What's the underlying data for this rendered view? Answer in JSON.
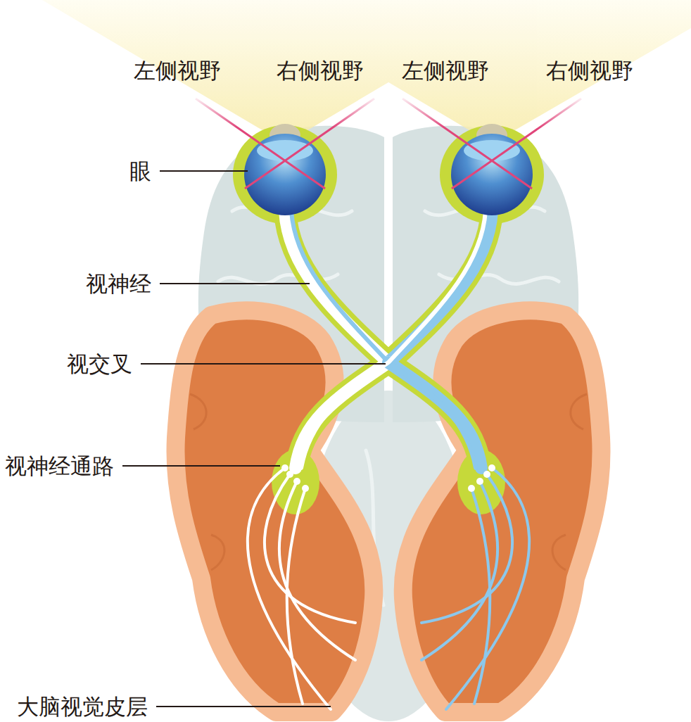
{
  "diagram": {
    "labels": [
      "左侧视野",
      "右侧视野",
      "左侧视野",
      "右侧视野",
      "眼",
      "视神经",
      "视交叉",
      "视神经通路",
      "大脑视觉皮层"
    ]
  }
}
